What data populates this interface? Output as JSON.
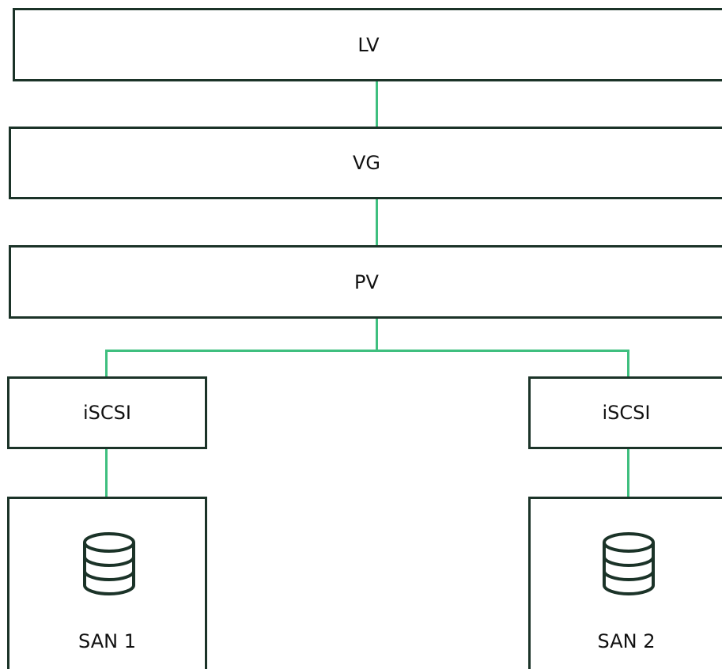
{
  "diagram": {
    "colors": {
      "border": "#1b3328",
      "connector": "#3fbf7f",
      "text": "#111111"
    },
    "layers": [
      {
        "id": "lv",
        "label": "LV"
      },
      {
        "id": "vg",
        "label": "VG"
      },
      {
        "id": "pv",
        "label": "PV"
      }
    ],
    "transports": [
      {
        "id": "iscsi-left",
        "label": "iSCSI"
      },
      {
        "id": "iscsi-right",
        "label": "iSCSI"
      }
    ],
    "storage": [
      {
        "id": "san-1",
        "label": "SAN 1",
        "icon": "database-icon"
      },
      {
        "id": "san-2",
        "label": "SAN 2",
        "icon": "database-icon"
      }
    ]
  }
}
